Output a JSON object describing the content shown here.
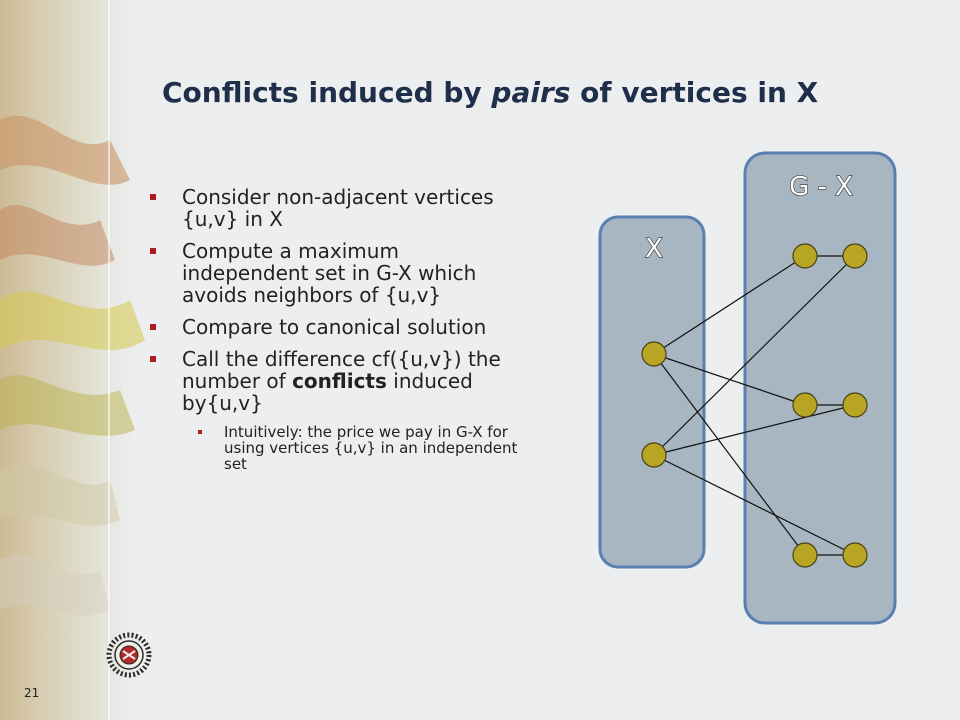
{
  "page_number": "21",
  "title": {
    "before": "Conflicts induced by ",
    "emph": "pairs",
    "after": " of vertices in X"
  },
  "bullets": {
    "b1": "Consider non-adjacent vertices {u,v} in X",
    "b2": "Compute a maximum independent set in G-X which avoids neighbors of {u,v}",
    "b3": "Compare to canonical solution",
    "b4_before": "Call the difference cf({u,v}) the number of ",
    "b4_bold": "conflicts",
    "b4_after": " induced by{u,v}",
    "sub1": "Intuitively: the price we pay in G-X for using vertices {u,v} in an independent set"
  },
  "diagram": {
    "left_set_label": "X",
    "right_set_label": "G - X",
    "colors": {
      "set_fill": "#a7b6c0",
      "set_border": "#5a7fb0",
      "node_fill": "#b8a524",
      "node_stroke": "#4a4216",
      "edge": "#111111"
    }
  },
  "colors": {
    "title": "#1f2f4a",
    "bullet_marker": "#b01c1c",
    "background": "#eceef0"
  }
}
